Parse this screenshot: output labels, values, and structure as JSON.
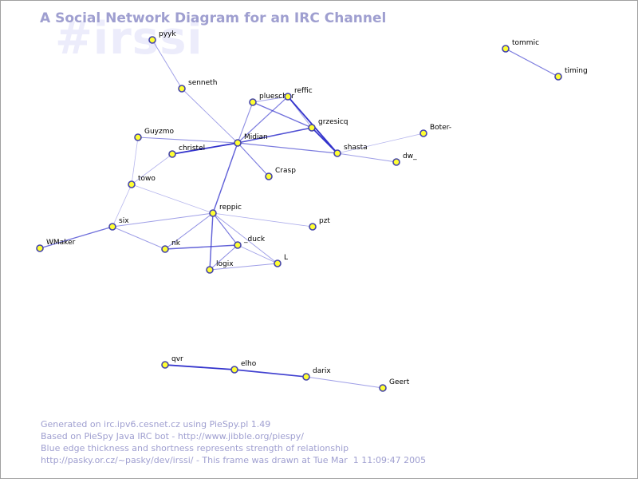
{
  "header": {
    "title": "A Social Network Diagram for an IRC Channel",
    "watermark": "#irssi"
  },
  "footer": {
    "lines": [
      "Generated on irc.ipv6.cesnet.cz using PieSpy.pl 1.49",
      "Based on PieSpy Java IRC bot - http://www.jibble.org/piespy/",
      "Blue edge thickness and shortness represents strength of relationship",
      "http://pasky.or.cz/~pasky/dev/irssi/ - This frame was drawn at Tue Mar  1 11:09:47 2005"
    ]
  },
  "colors": {
    "node_fill": "#ffff33",
    "node_stroke": "#4444aa",
    "edge": "#3333cc",
    "title": "#9f9fd0",
    "watermark": "#ececfb"
  },
  "diagram": {
    "nodes": [
      {
        "id": "pyyk",
        "label": "pyyk"
      },
      {
        "id": "senneth",
        "label": "senneth"
      },
      {
        "id": "pluescher",
        "label": "pluescher"
      },
      {
        "id": "reffic",
        "label": "reffic"
      },
      {
        "id": "grzesicq",
        "label": "grzesicq"
      },
      {
        "id": "Guyzmo",
        "label": "Guyzmo"
      },
      {
        "id": "Midian",
        "label": "Midian"
      },
      {
        "id": "christel",
        "label": "christel"
      },
      {
        "id": "shasta",
        "label": "shasta"
      },
      {
        "id": "Boter-",
        "label": "Boter-"
      },
      {
        "id": "dw_",
        "label": "dw_"
      },
      {
        "id": "Crasp",
        "label": "Crasp"
      },
      {
        "id": "towo",
        "label": "towo"
      },
      {
        "id": "reppic",
        "label": "reppic"
      },
      {
        "id": "pzt",
        "label": "pzt"
      },
      {
        "id": "six",
        "label": "six"
      },
      {
        "id": "WMaker",
        "label": "WMaker"
      },
      {
        "id": "nk",
        "label": "nk"
      },
      {
        "id": "_duck",
        "label": "_duck"
      },
      {
        "id": "L",
        "label": "L"
      },
      {
        "id": "logix",
        "label": "logix"
      },
      {
        "id": "tommic",
        "label": "tommic"
      },
      {
        "id": "timing",
        "label": "timing"
      },
      {
        "id": "qvr",
        "label": "qvr"
      },
      {
        "id": "elho",
        "label": "elho"
      },
      {
        "id": "darix",
        "label": "darix"
      },
      {
        "id": "Geert",
        "label": "Geert"
      }
    ],
    "edges": [
      {
        "from": "pyyk",
        "to": "senneth",
        "strength": 0.3
      },
      {
        "from": "senneth",
        "to": "Midian",
        "strength": 0.3
      },
      {
        "from": "Midian",
        "to": "pluescher",
        "strength": 0.4
      },
      {
        "from": "Midian",
        "to": "reffic",
        "strength": 0.5
      },
      {
        "from": "Midian",
        "to": "grzesicq",
        "strength": 0.8
      },
      {
        "from": "Midian",
        "to": "shasta",
        "strength": 0.5
      },
      {
        "from": "Midian",
        "to": "Guyzmo",
        "strength": 0.4
      },
      {
        "from": "Midian",
        "to": "christel",
        "strength": 1.0
      },
      {
        "from": "Midian",
        "to": "Crasp",
        "strength": 0.5
      },
      {
        "from": "Midian",
        "to": "reppic",
        "strength": 0.7
      },
      {
        "from": "pluescher",
        "to": "reffic",
        "strength": 0.3
      },
      {
        "from": "pluescher",
        "to": "grzesicq",
        "strength": 0.6
      },
      {
        "from": "reffic",
        "to": "grzesicq",
        "strength": 0.3
      },
      {
        "from": "reffic",
        "to": "shasta",
        "strength": 1.0
      },
      {
        "from": "grzesicq",
        "to": "shasta",
        "strength": 1.0
      },
      {
        "from": "shasta",
        "to": "Boter-",
        "strength": 0.15
      },
      {
        "from": "shasta",
        "to": "dw_",
        "strength": 0.3
      },
      {
        "from": "Guyzmo",
        "to": "towo",
        "strength": 0.15
      },
      {
        "from": "christel",
        "to": "towo",
        "strength": 0.15
      },
      {
        "from": "towo",
        "to": "six",
        "strength": 0.15
      },
      {
        "from": "towo",
        "to": "reppic",
        "strength": 0.15
      },
      {
        "from": "six",
        "to": "WMaker",
        "strength": 0.6
      },
      {
        "from": "six",
        "to": "reppic",
        "strength": 0.3
      },
      {
        "from": "six",
        "to": "nk",
        "strength": 0.3
      },
      {
        "from": "reppic",
        "to": "pzt",
        "strength": 0.2
      },
      {
        "from": "reppic",
        "to": "nk",
        "strength": 0.4
      },
      {
        "from": "reppic",
        "to": "_duck",
        "strength": 0.5
      },
      {
        "from": "reppic",
        "to": "L",
        "strength": 0.3
      },
      {
        "from": "reppic",
        "to": "logix",
        "strength": 0.7
      },
      {
        "from": "nk",
        "to": "_duck",
        "strength": 0.7
      },
      {
        "from": "_duck",
        "to": "logix",
        "strength": 0.4
      },
      {
        "from": "_duck",
        "to": "L",
        "strength": 0.3
      },
      {
        "from": "logix",
        "to": "L",
        "strength": 0.3
      },
      {
        "from": "tommic",
        "to": "timing",
        "strength": 0.5
      },
      {
        "from": "qvr",
        "to": "elho",
        "strength": 1.0
      },
      {
        "from": "elho",
        "to": "darix",
        "strength": 0.9
      },
      {
        "from": "darix",
        "to": "Geert",
        "strength": 0.3
      }
    ]
  }
}
